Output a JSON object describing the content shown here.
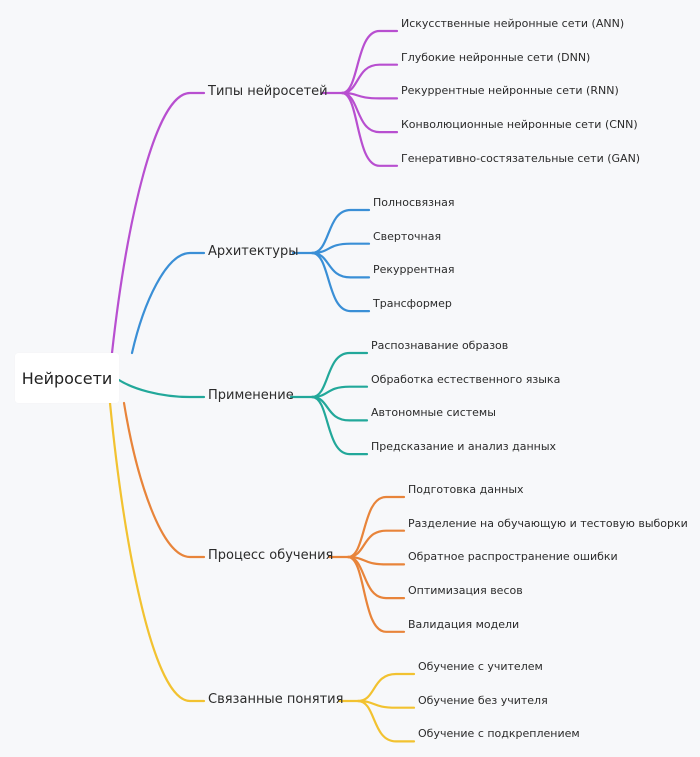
{
  "root": {
    "label": "Нейросети"
  },
  "branches": [
    {
      "label": "Типы нейросетей",
      "color": "#b84fd0",
      "children": [
        "Искусственные нейронные сети (ANN)",
        "Глубокие нейронные сети (DNN)",
        "Рекуррентные нейронные сети (RNN)",
        "Конволюционные нейронные сети (CNN)",
        "Генеративно-состязательные сети (GAN)"
      ]
    },
    {
      "label": "Архитектуры",
      "color": "#3a8fd6",
      "children": [
        "Полносвязная",
        "Сверточная",
        "Рекуррентная",
        "Трансформер"
      ]
    },
    {
      "label": "Применение",
      "color": "#22a89a",
      "children": [
        "Распознавание образов",
        "Обработка естественного языка",
        "Автономные системы",
        "Предсказание и анализ данных"
      ]
    },
    {
      "label": "Процесс обучения",
      "color": "#e8843a",
      "children": [
        "Подготовка данных",
        "Разделение на обучающую и тестовую выборки",
        "Обратное распространение ошибки",
        "Оптимизация весов",
        "Валидация модели"
      ]
    },
    {
      "label": "Связанные понятия",
      "color": "#f2c230",
      "children": [
        "Обучение с учителем",
        "Обучение без учителя",
        "Обучение с подкреплением"
      ]
    }
  ]
}
